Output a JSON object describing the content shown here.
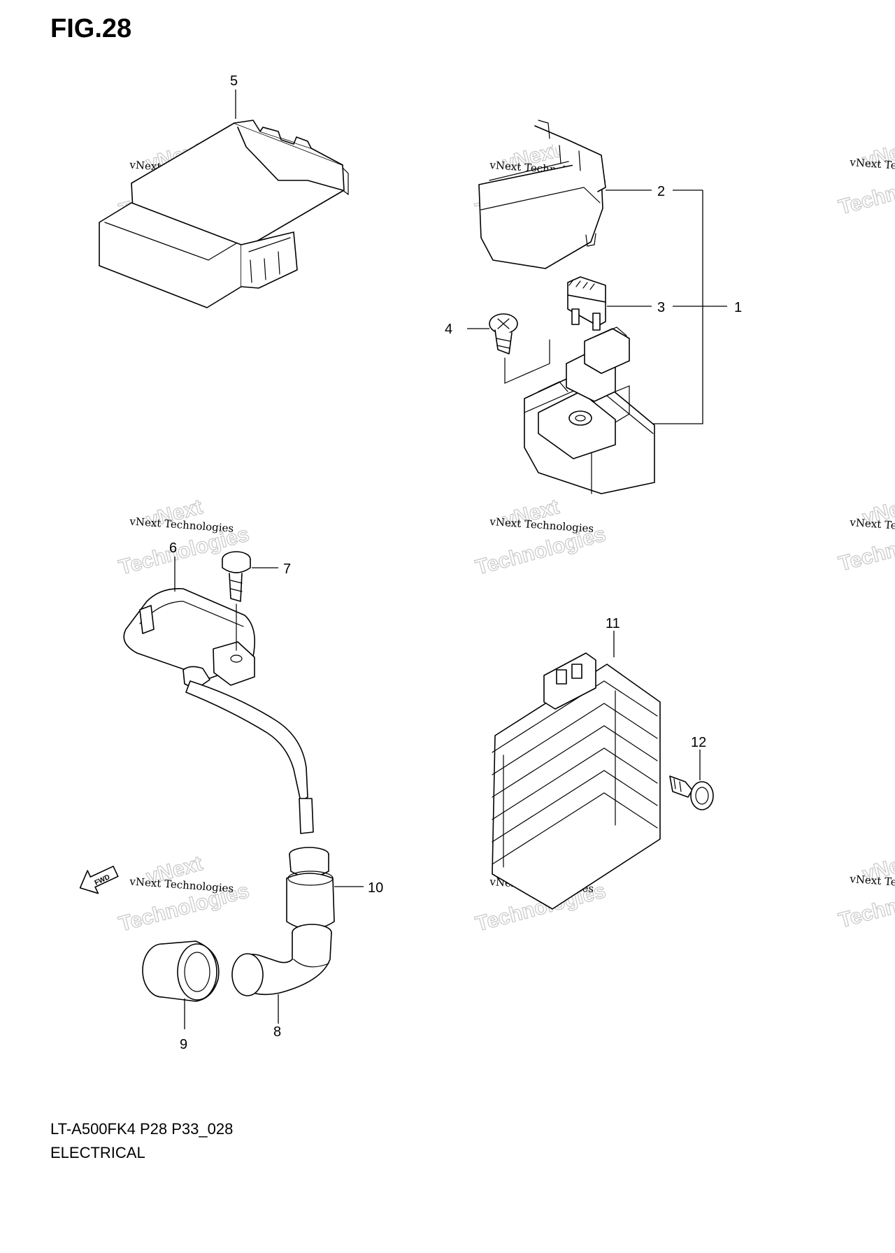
{
  "figure": {
    "title": "FIG.28",
    "code": "LT-A500FK4 P28 P33_028",
    "section": "ELECTRICAL"
  },
  "callouts": [
    "1",
    "2",
    "3",
    "4",
    "5",
    "6",
    "7",
    "8",
    "9",
    "10",
    "11",
    "12"
  ],
  "watermark": {
    "line1": "vNext",
    "line2": "vNext Technologies",
    "line3": "Technologies"
  },
  "direction_label": "FWD"
}
